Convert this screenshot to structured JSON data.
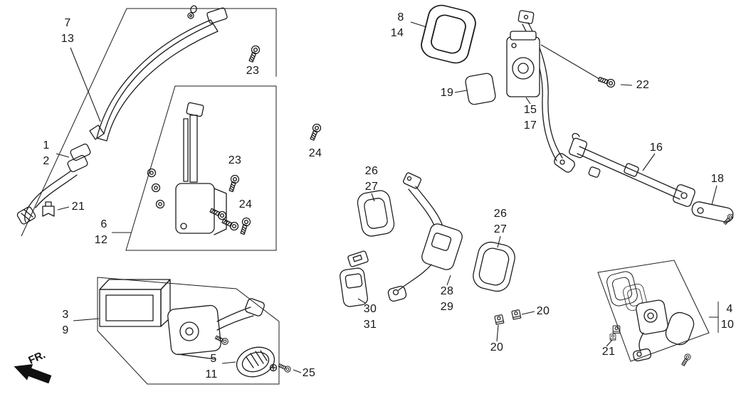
{
  "colors": {
    "background": "#ffffff",
    "line": "#1c1c1c"
  },
  "fr_label": "FR.",
  "callouts": [
    {
      "text": "7"
    },
    {
      "text": "13"
    },
    {
      "text": "23"
    },
    {
      "text": "1"
    },
    {
      "text": "2"
    },
    {
      "text": "21"
    },
    {
      "text": "6"
    },
    {
      "text": "12"
    },
    {
      "text": "23"
    },
    {
      "text": "24"
    },
    {
      "text": "24"
    },
    {
      "text": "8"
    },
    {
      "text": "14"
    },
    {
      "text": "19"
    },
    {
      "text": "22"
    },
    {
      "text": "15"
    },
    {
      "text": "17"
    },
    {
      "text": "16"
    },
    {
      "text": "18"
    },
    {
      "text": "26"
    },
    {
      "text": "27"
    },
    {
      "text": "26"
    },
    {
      "text": "27"
    },
    {
      "text": "28"
    },
    {
      "text": "29"
    },
    {
      "text": "30"
    },
    {
      "text": "31"
    },
    {
      "text": "20"
    },
    {
      "text": "20"
    },
    {
      "text": "3"
    },
    {
      "text": "9"
    },
    {
      "text": "5"
    },
    {
      "text": "11"
    },
    {
      "text": "25"
    },
    {
      "text": "4"
    },
    {
      "text": "10"
    },
    {
      "text": "21"
    }
  ]
}
